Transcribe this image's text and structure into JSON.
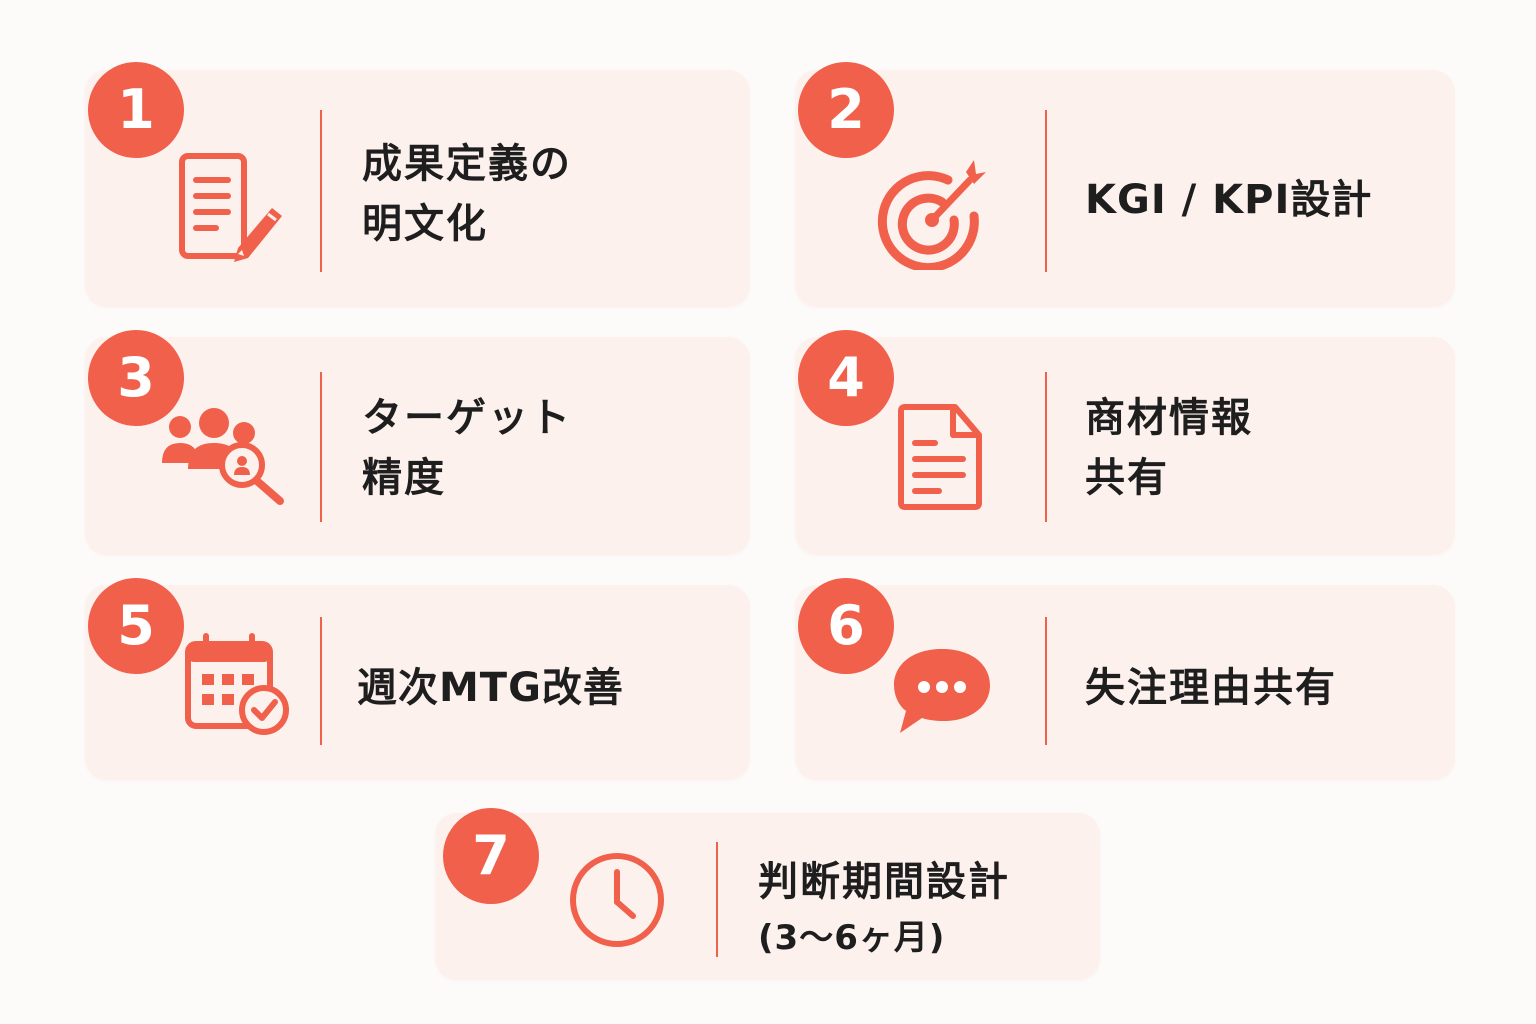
{
  "colors": {
    "accent": "#f0604a",
    "card_background": "#fdf1ee",
    "page_background": "#fcfbfa",
    "text": "#1e1e1e"
  },
  "items": [
    {
      "number": "1",
      "icon": "document-edit-icon",
      "lines": [
        "成果定義の",
        "明文化"
      ]
    },
    {
      "number": "2",
      "icon": "target-icon",
      "lines": [
        "KGI / KPI設計"
      ]
    },
    {
      "number": "3",
      "icon": "people-search-icon",
      "lines": [
        "ターゲット",
        "精度"
      ]
    },
    {
      "number": "4",
      "icon": "document-icon",
      "lines": [
        "商材情報",
        "共有"
      ]
    },
    {
      "number": "5",
      "icon": "calendar-check-icon",
      "lines": [
        "週次MTG改善"
      ]
    },
    {
      "number": "6",
      "icon": "chat-bubble-icon",
      "lines": [
        "失注理由共有"
      ]
    },
    {
      "number": "7",
      "icon": "clock-icon",
      "lines": [
        "判断期間設計"
      ],
      "sub": "(3〜6ヶ月)"
    }
  ]
}
